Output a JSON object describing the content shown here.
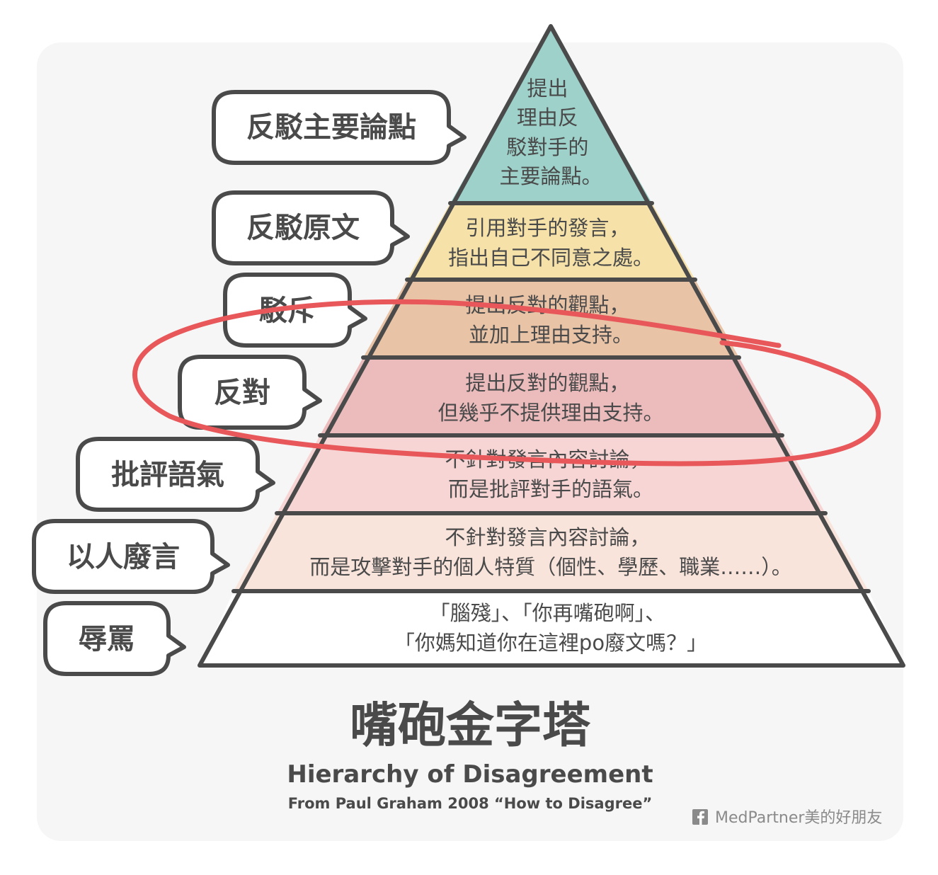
{
  "pyramid": {
    "levels": [
      {
        "label": "反駁主要論點",
        "lines": [
          "提出",
          "理由反",
          "駁對手的",
          "主要論點。"
        ],
        "color": "#9dd1ca"
      },
      {
        "label": "反駁原文",
        "lines": [
          "引用對手的發言，",
          "指出自己不同意之處。"
        ],
        "color": "#f6e2a8"
      },
      {
        "label": "駁斥",
        "lines": [
          "提出反對的觀點，",
          "並加上理由支持。"
        ],
        "color": "#e8c3a6"
      },
      {
        "label": "反對",
        "lines": [
          "提出反對的觀點，",
          "但幾乎不提供理由支持。"
        ],
        "color": "#ecbcbd"
      },
      {
        "label": "批評語氣",
        "lines": [
          "不針對發言內容討論，",
          "而是批評對手的語氣。"
        ],
        "color": "#f7d5d5"
      },
      {
        "label": "以人廢言",
        "lines": [
          "不針對發言內容討論，",
          "而是攻擊對手的個人特質（個性、學歷、職業……）。"
        ],
        "color": "#f9e4dc"
      },
      {
        "label": "辱罵",
        "lines": [
          "「腦殘」、「你再嘴砲啊」、",
          "「你媽知道你在這裡po廢文嗎？」"
        ],
        "color": "#ffffff"
      }
    ]
  },
  "annotation": {
    "highlighted_level": "反對",
    "color": "#e8585a"
  },
  "title": {
    "zh": "嘴砲金字塔",
    "en": "Hierarchy of Disagreement",
    "source": "From Paul Graham 2008 “How to Disagree”"
  },
  "watermark": {
    "icon": "facebook-icon",
    "text": "MedPartner美的好朋友"
  }
}
